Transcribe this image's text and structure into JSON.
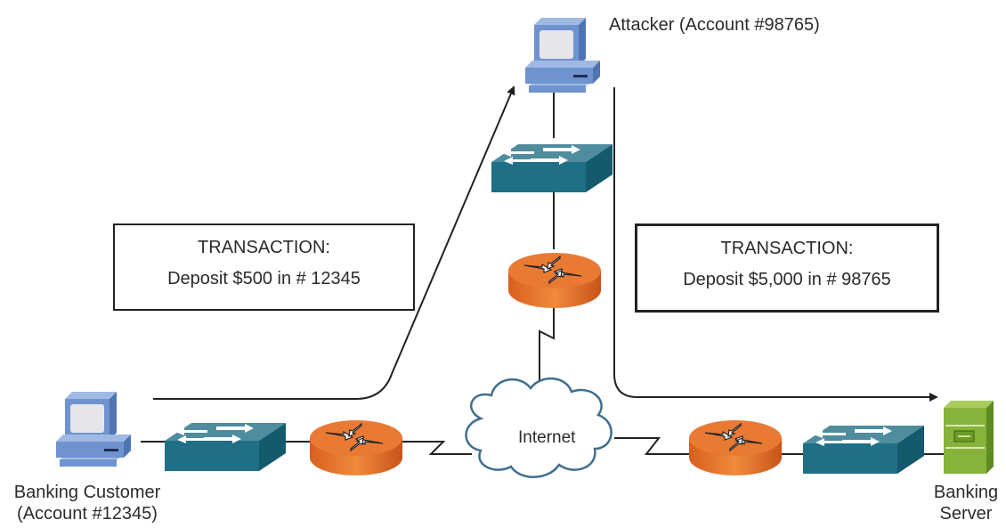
{
  "diagram": {
    "nodes": {
      "attacker": {
        "label": "Attacker (Account #98765)",
        "type": "pc"
      },
      "customer": {
        "label_line1": "Banking Customer",
        "label_line2": "(Account #12345)",
        "type": "pc"
      },
      "server": {
        "label_line1": "Banking",
        "label_line2": "Server",
        "type": "server"
      },
      "internet": {
        "label": "Internet",
        "type": "cloud"
      }
    },
    "transactions": {
      "original": {
        "title": "TRANSACTION:",
        "detail": "Deposit $500 in # 12345"
      },
      "modified": {
        "title": "TRANSACTION:",
        "detail": "Deposit $5,000 in # 98765"
      }
    },
    "colors": {
      "pc": "#6f93cf",
      "switch": "#1f6f86",
      "router": "#e8742c",
      "server": "#86b33a",
      "line": "#222222"
    }
  }
}
